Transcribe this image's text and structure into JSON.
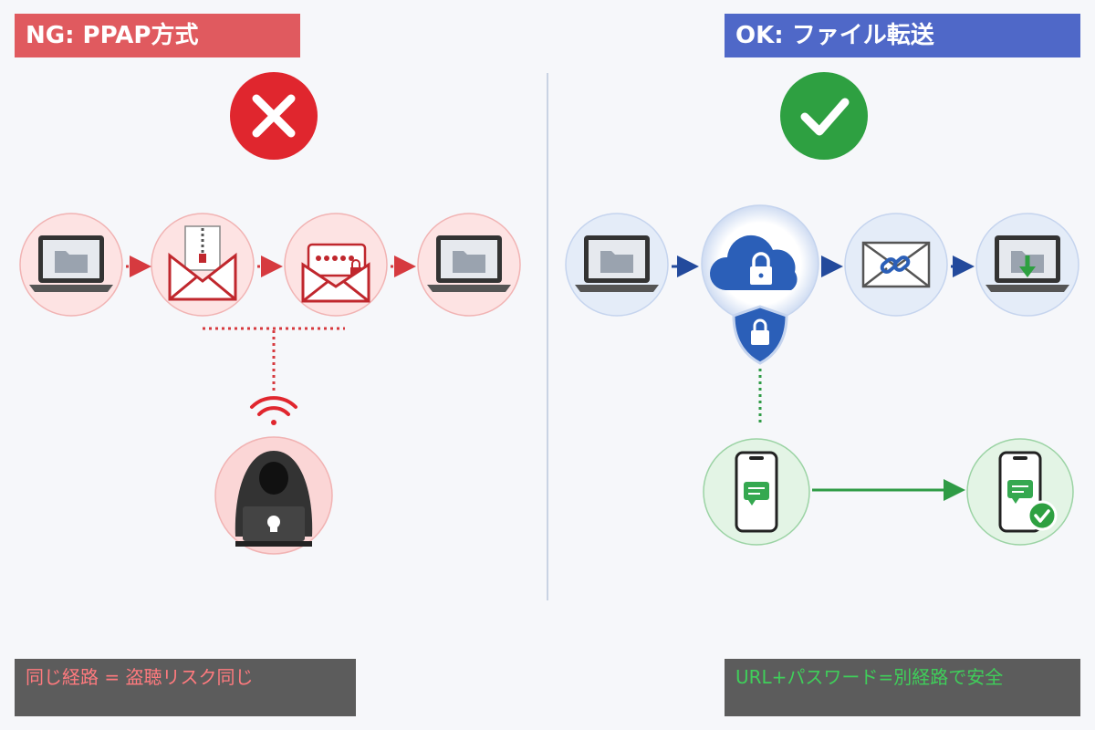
{
  "ng_panel": {
    "title": "NG: PPAP方式",
    "caption": "同じ経路 = 盗聴リスク同じ",
    "color": "#e05a5f",
    "status_icon": "cross-icon",
    "steps": [
      "laptop-folder-icon",
      "zip-email-icon",
      "password-email-icon",
      "laptop-folder-icon"
    ],
    "threat_icon": "hacker-icon"
  },
  "ok_panel": {
    "title": "OK: ファイル転送",
    "caption": "URL+パスワード=別経路で安全",
    "color": "#4f68c8",
    "status_icon": "check-icon",
    "steps": [
      "laptop-folder-icon",
      "cloud-lock-icon",
      "link-email-icon",
      "laptop-download-icon"
    ],
    "side_channel": [
      "phone-message-icon",
      "phone-message-check-icon"
    ]
  }
}
